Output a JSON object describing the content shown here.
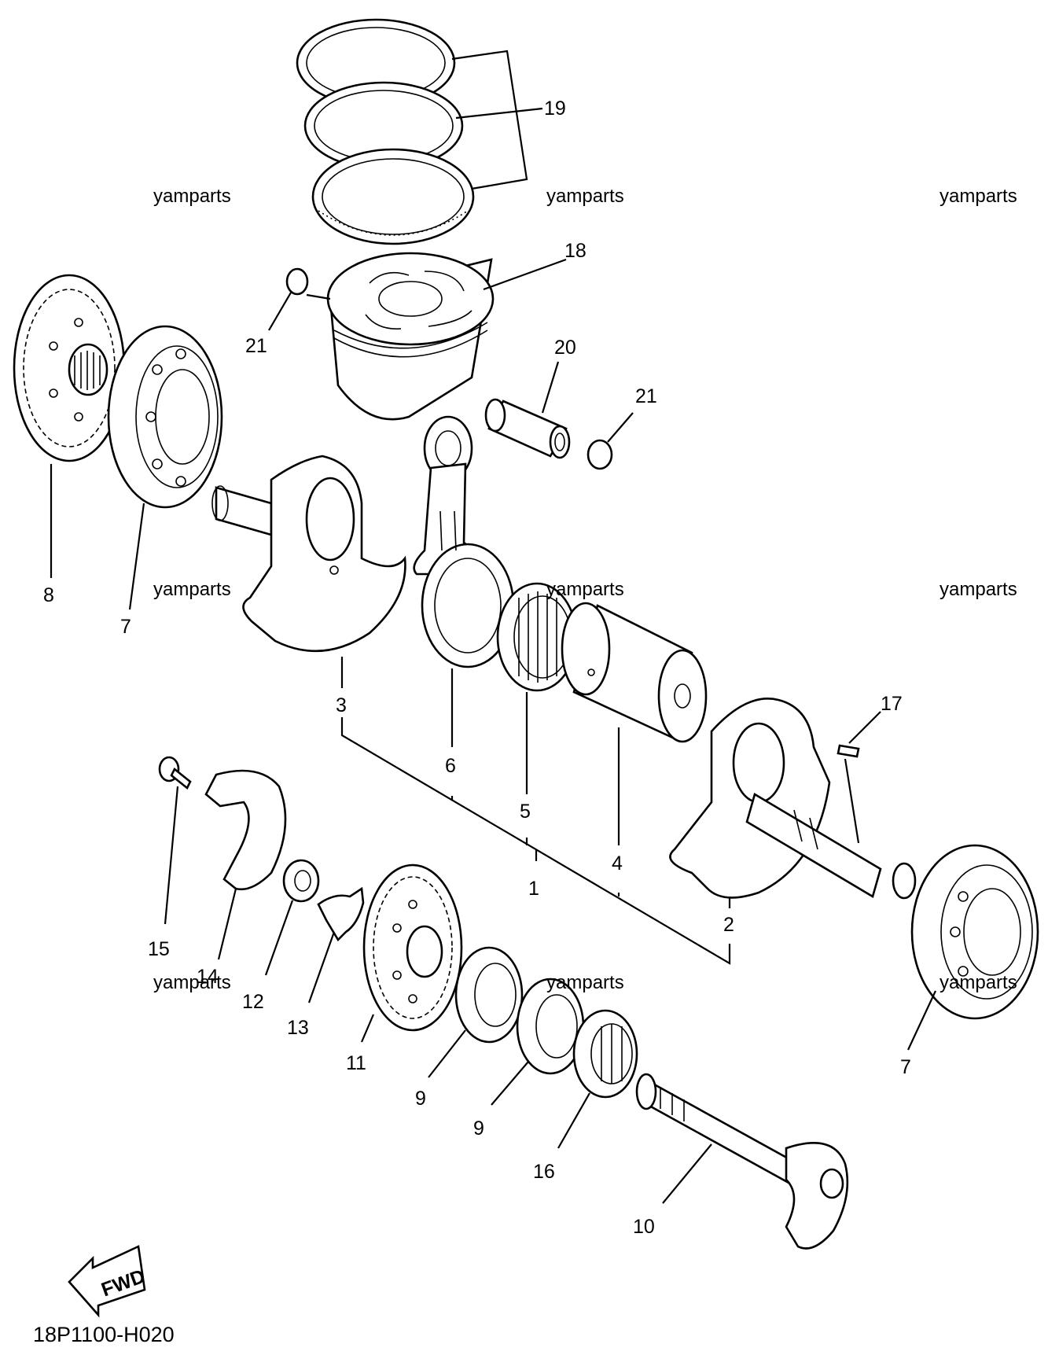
{
  "diagram": {
    "part_numbers": [
      "1",
      "2",
      "3",
      "4",
      "5",
      "6",
      "7",
      "7",
      "8",
      "9",
      "9",
      "10",
      "11",
      "12",
      "13",
      "14",
      "15",
      "16",
      "17",
      "18",
      "19",
      "20",
      "21",
      "21"
    ],
    "watermark": "yamparts",
    "drawing_code": "18P1100-H020",
    "direction_label": "FWD"
  }
}
